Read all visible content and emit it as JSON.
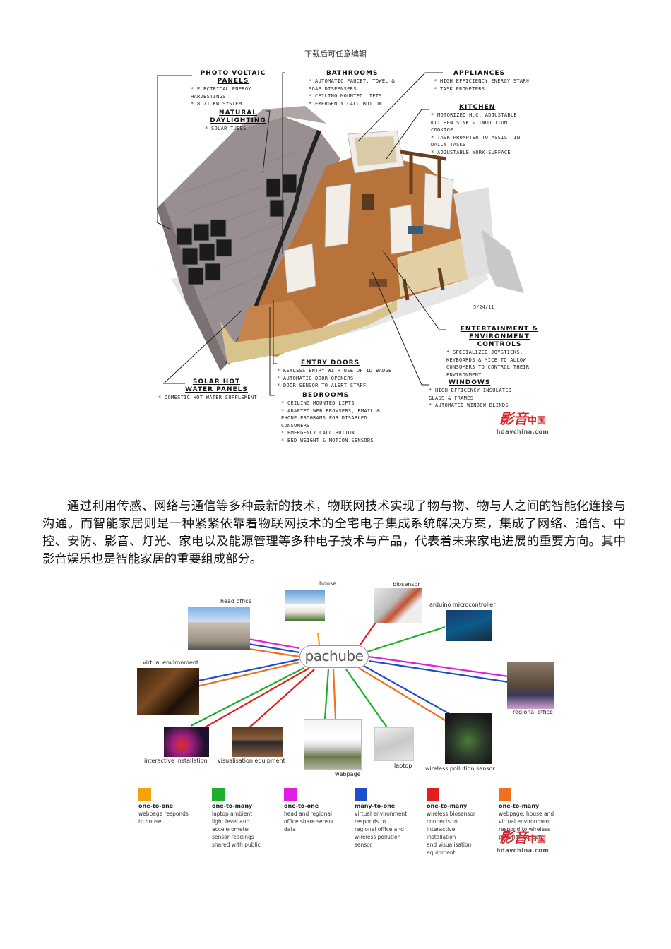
{
  "header_note": "下载后可任意编辑",
  "house_figure": {
    "callouts": [
      {
        "id": "pv",
        "title_lines": [
          "PHOTO VOLTAIC",
          "PANELS"
        ],
        "items": [
          "ELECTRICAL ENERGY HARVESTINGS",
          "8.71 KW SYSTEM"
        ]
      },
      {
        "id": "daylight",
        "title_lines": [
          "NATURAL",
          "DAYLIGHTING"
        ],
        "items": [
          "SOLAR TUBES"
        ]
      },
      {
        "id": "bath",
        "title_lines": [
          "BATHROOMS"
        ],
        "items": [
          "AUTOMATIC FAUCET, TOWEL & SOAP DISPENSERS",
          "CEILING MOUNTED LIFTS",
          "EMERGENCY CALL BUTTON"
        ]
      },
      {
        "id": "appl",
        "title_lines": [
          "APPLIANCES"
        ],
        "items": [
          "HIGH EFFICIENCY ENERGY STAR®",
          "TASK PROMPTERS"
        ]
      },
      {
        "id": "kitchen",
        "title_lines": [
          "KITCHEN"
        ],
        "items": [
          "MOTORIZED H.C. ADJUSTABLE KITCHEN SINK & INDUCTION COOKTOP",
          "TASK PROMPTER TO ASSIST IN DAILY TASKS",
          "ADJUSTABLE WORK SURFACE"
        ]
      },
      {
        "id": "ent",
        "title_lines": [
          "ENTERTAINMENT &",
          "ENVIRONMENT CONTROLS"
        ],
        "items": [
          "SPECIALIZED JOYSTICKS, KEYBOARDS & MICE TO ALLOW CONSUMERS TO CONTROL THEIR ENVIRONMENT"
        ]
      },
      {
        "id": "windows",
        "title_lines": [
          "WINDOWS"
        ],
        "items": [
          "HIGH EFFICENCY INSULATED GLASS & FRAMES",
          "AUTOMATED WINDOW BLINDS"
        ]
      },
      {
        "id": "entry",
        "title_lines": [
          "ENTRY DOORS"
        ],
        "items": [
          "KEYLESS ENTRY WITH USE OF ID BADGE",
          "AUTOMATIC DOOR OPENERS",
          "DOOR SENSOR TO ALERT STAFF"
        ]
      },
      {
        "id": "bed",
        "title_lines": [
          "BEDROOMS"
        ],
        "items": [
          "CEILING MOUNTED LIFTS",
          "ADAPTED WEB BROWSERS, EMAIL & PHONE PROGRAMS FOR DISABLED CONSUMERS",
          "EMERGENCY CALL BUTTON",
          "BED WEIGHT & MOTION SENSORS"
        ]
      },
      {
        "id": "solar",
        "title_lines": [
          "SOLAR HOT",
          "WATER PANELS"
        ],
        "items": [
          "DOMESTIC HOT WATER SUPPLEMENT"
        ]
      }
    ],
    "date_stamp": "5/24/11"
  },
  "watermark": {
    "logo_text": "影音",
    "logo_small": "中国",
    "url": "hdavchina.com"
  },
  "paragraph": "通过利用传感、网络与通信等多种最新的技术，物联网技术实现了物与物、物与人之间的智能化连接与沟通。而智能家居则是一种紧紧依靠着物联网技术的全宅电子集成系统解决方案，集成了网络、通信、中控、安防、影音、灯光、家电以及能源管理等多种电子技术与产品，代表着未来家电进展的重要方向。其中影音娱乐也是智能家居的重要组成部分。",
  "network_figure": {
    "hub": "pachube",
    "nodes": {
      "house": "house",
      "biosensor": "biosensor",
      "arduino": "arduino microcontroller",
      "head_office": "head office",
      "virtual_env": "virtual environment",
      "regional_office": "regional office",
      "interactive": "interactive installation",
      "visualisation": "visualisation equipment",
      "webpage": "webpage",
      "laptop": "laptop",
      "pollution": "wireless pollution sensor"
    },
    "colors": {
      "orange": "#f5a30a",
      "green": "#1fae2e",
      "magenta": "#e01ee0",
      "blue": "#1f4fc8",
      "red": "#e02020",
      "dark_orange": "#f07020"
    },
    "legend": [
      {
        "color": "#f5a30a",
        "title": "one-to-one",
        "desc": [
          "webpage responds",
          "to house"
        ]
      },
      {
        "color": "#1fae2e",
        "title": "one-to-many",
        "desc": [
          "laptop ambient",
          "light level and",
          "accelerometer",
          "sensor readings",
          "shared with public"
        ]
      },
      {
        "color": "#e01ee0",
        "title": "one-to-one",
        "desc": [
          "head and regional",
          "office share sensor",
          "data"
        ]
      },
      {
        "color": "#1f4fc8",
        "title": "many-to-one",
        "desc": [
          "virtual environment",
          "responds to",
          "regional office and",
          "wireless pollution",
          "sensor"
        ]
      },
      {
        "color": "#e02020",
        "title": "one-to-many",
        "desc": [
          "wireless biosensor",
          "connects to",
          "interactive",
          "installation",
          "and visualisation",
          "equipment"
        ]
      },
      {
        "color": "#f07020",
        "title": "one-to-many",
        "desc": [
          "webpage, house and",
          "virtual environment",
          "respond to wireless",
          "pollution sensor"
        ]
      }
    ]
  }
}
